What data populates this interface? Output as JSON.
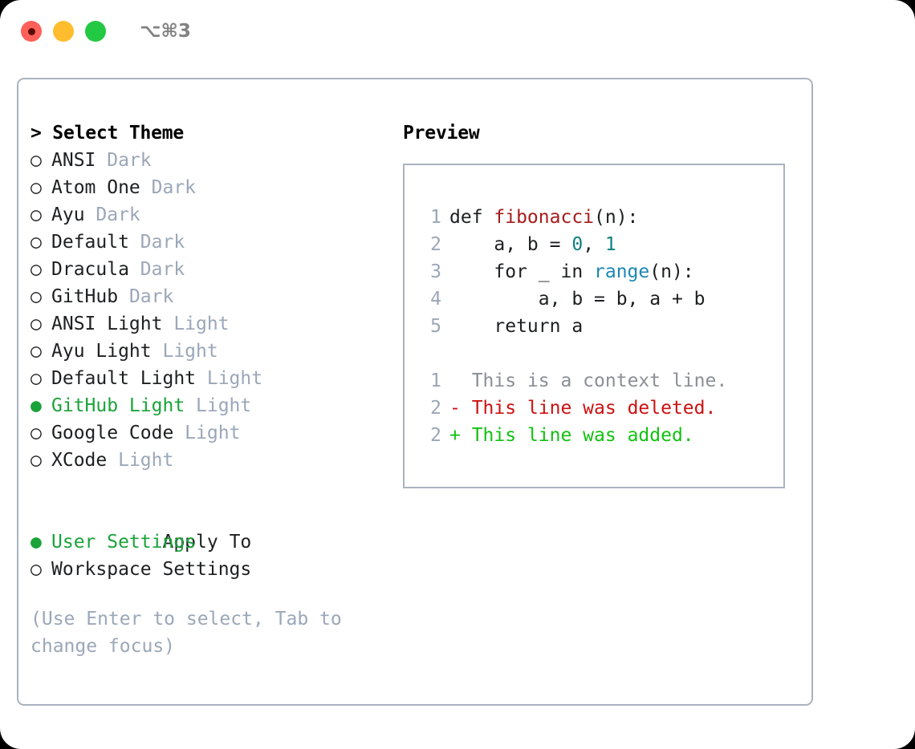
{
  "titlebar": {
    "shortcut": "⌥⌘3",
    "lights": [
      "close-red",
      "minimize-yellow",
      "zoom-green"
    ]
  },
  "left": {
    "header": "> Select Theme",
    "themes": [
      {
        "bullet": "○",
        "name": "ANSI",
        "tag": "Dark",
        "selected": false
      },
      {
        "bullet": "○",
        "name": "Atom One",
        "tag": "Dark",
        "selected": false
      },
      {
        "bullet": "○",
        "name": "Ayu",
        "tag": "Dark",
        "selected": false
      },
      {
        "bullet": "○",
        "name": "Default",
        "tag": "Dark",
        "selected": false
      },
      {
        "bullet": "○",
        "name": "Dracula",
        "tag": "Dark",
        "selected": false
      },
      {
        "bullet": "○",
        "name": "GitHub",
        "tag": "Dark",
        "selected": false
      },
      {
        "bullet": "○",
        "name": "ANSI Light",
        "tag": "Light",
        "selected": false
      },
      {
        "bullet": "○",
        "name": "Ayu Light",
        "tag": "Light",
        "selected": false
      },
      {
        "bullet": "○",
        "name": "Default Light",
        "tag": "Light",
        "selected": false
      },
      {
        "bullet": "●",
        "name": "GitHub Light",
        "tag": "Light",
        "selected": true
      },
      {
        "bullet": "○",
        "name": "Google Code",
        "tag": "Light",
        "selected": false
      },
      {
        "bullet": "○",
        "name": "XCode",
        "tag": "Light",
        "selected": false
      }
    ],
    "apply_to_header": "Apply To",
    "apply_to": [
      {
        "bullet": "●",
        "name": "User Settings",
        "selected": true
      },
      {
        "bullet": "○",
        "name": "Workspace Settings",
        "selected": false
      }
    ],
    "hint": "(Use Enter to select, Tab to change focus)"
  },
  "right": {
    "preview_title": "Preview",
    "code_lines": [
      {
        "no": "1",
        "segments": [
          {
            "t": "def ",
            "c": "plain"
          },
          {
            "t": "fibonacci",
            "c": "fn"
          },
          {
            "t": "(n):",
            "c": "plain"
          }
        ]
      },
      {
        "no": "2",
        "segments": [
          {
            "t": "    a, b = ",
            "c": "plain"
          },
          {
            "t": "0",
            "c": "num"
          },
          {
            "t": ", ",
            "c": "plain"
          },
          {
            "t": "1",
            "c": "num"
          }
        ]
      },
      {
        "no": "3",
        "segments": [
          {
            "t": "    for _ in ",
            "c": "plain"
          },
          {
            "t": "range",
            "c": "call"
          },
          {
            "t": "(n):",
            "c": "plain"
          }
        ]
      },
      {
        "no": "4",
        "segments": [
          {
            "t": "        a, b = b, a + b",
            "c": "plain"
          }
        ]
      },
      {
        "no": "5",
        "segments": [
          {
            "t": "    return a",
            "c": "plain"
          }
        ]
      }
    ],
    "diff_lines": [
      {
        "no": "1",
        "marker": "  ",
        "text": "This is a context line.",
        "kind": "ctx"
      },
      {
        "no": "2",
        "marker": "- ",
        "text": "This line was deleted.",
        "kind": "del"
      },
      {
        "no": "2",
        "marker": "+ ",
        "text": "This line was added.",
        "kind": "add"
      }
    ]
  },
  "colors": {
    "accent_green": "#1aa33a",
    "muted_tag": "#9ba7b8",
    "border": "#aab3c0",
    "code_fn": "#a61b1b",
    "code_num": "#0d8080",
    "code_call": "#1c88b5",
    "diff_add": "#12c112",
    "diff_del": "#cc1111"
  }
}
